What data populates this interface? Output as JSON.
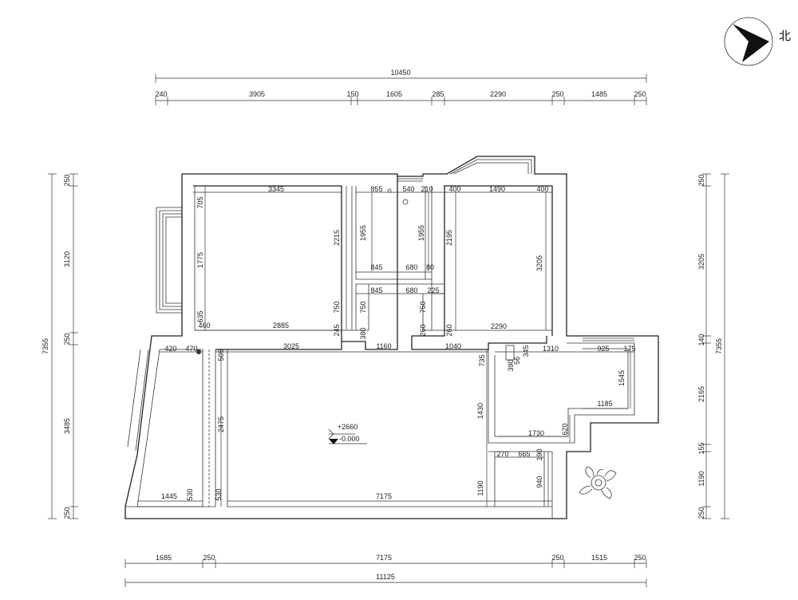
{
  "north": {
    "label": "北"
  },
  "top_dims": {
    "total": "10450",
    "segments": [
      "240",
      "3905",
      "150",
      "1605",
      "285",
      "2290",
      "250",
      "1485",
      "250"
    ]
  },
  "bottom_dims": {
    "total": "11125",
    "segments": [
      "1685",
      "250",
      "7175",
      "250",
      "1515",
      "250"
    ]
  },
  "left_dims": {
    "total": "7355",
    "segments": [
      "250",
      "3120",
      "250",
      "3485",
      "250"
    ]
  },
  "right_dims": {
    "total": "7355",
    "segments": [
      "250",
      "3205",
      "140",
      "2165",
      "155",
      "1190",
      "250"
    ]
  },
  "room_dims": {
    "bedroom_left": [
      "3345",
      "705",
      "1775",
      "635",
      "460",
      "2885",
      "2215",
      "750",
      "245"
    ],
    "corridor": [
      "855",
      "540",
      "210",
      "1955",
      "1955",
      "845",
      "680",
      "80",
      "845",
      "680",
      "225",
      "750",
      "380",
      "750",
      "260",
      "260"
    ],
    "bedroom_right": [
      "400",
      "1490",
      "400",
      "2195",
      "3205",
      "2290"
    ],
    "living": [
      "3025",
      "1160",
      "1040",
      "1310",
      "925",
      "175",
      "735",
      "390",
      "56",
      "345",
      "1545",
      "1185",
      "1430",
      "620",
      "1730",
      "270",
      "665",
      "190",
      "1190",
      "940",
      "7175"
    ],
    "balcony": [
      "420",
      "470",
      "505",
      "2475",
      "1445",
      "530",
      "530"
    ]
  },
  "elevation": {
    "upper": "+2660",
    "lower": "-0.000"
  }
}
